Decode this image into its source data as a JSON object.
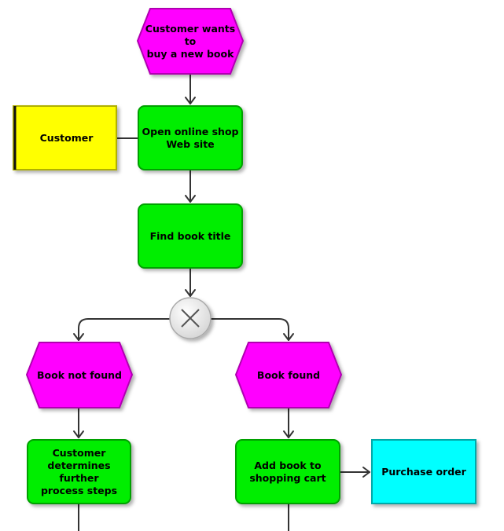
{
  "colors": {
    "event": "#ff00ff",
    "event_border": "#b000b0",
    "function": "#00ee00",
    "function_border": "#00a000",
    "org_unit": "#ffff00",
    "org_unit_border": "#b0b000",
    "info_object": "#00ffff",
    "info_object_border": "#00a8a8",
    "line": "#333333"
  },
  "nodes": {
    "event_start": {
      "kind": "event",
      "label": "Customer wants to\nbuy a new book",
      "icon": "event-hexagon-icon"
    },
    "org_customer": {
      "kind": "org_unit",
      "label": "Customer",
      "icon": "org-unit-icon"
    },
    "func_open_shop": {
      "kind": "function",
      "label": "Open online shop\nWeb site",
      "icon": "function-box-icon"
    },
    "func_find_title": {
      "kind": "function",
      "label": "Find book title",
      "icon": "function-box-icon"
    },
    "xor_connector": {
      "kind": "xor",
      "label": "",
      "icon": "xor-connector-icon"
    },
    "event_not_found": {
      "kind": "event",
      "label": "Book not found",
      "icon": "event-hexagon-icon"
    },
    "event_found": {
      "kind": "event",
      "label": "Book found",
      "icon": "event-hexagon-icon"
    },
    "func_determine_steps": {
      "kind": "function",
      "label": "Customer\ndetermines further\nprocess steps",
      "icon": "function-box-icon"
    },
    "func_add_cart": {
      "kind": "function",
      "label": "Add book to\nshopping cart",
      "icon": "function-box-icon"
    },
    "info_purchase_order": {
      "kind": "info_object",
      "label": "Purchase order",
      "icon": "information-object-icon"
    }
  }
}
